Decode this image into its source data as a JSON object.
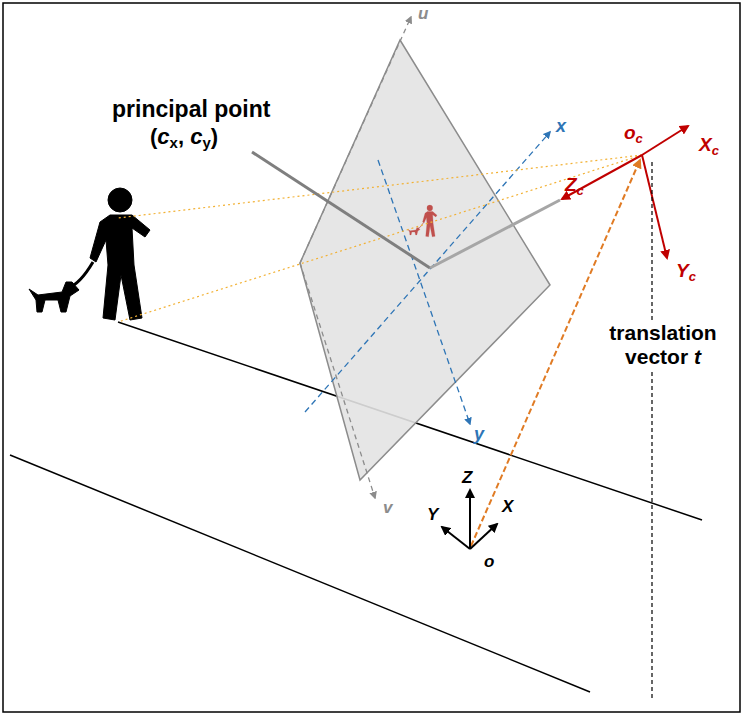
{
  "diagram": {
    "labels": [
      "principal point",
      "(cx, cy)",
      "u",
      "oc",
      "Xc",
      "x",
      "Zc",
      "Yc",
      "translation vector t",
      "y",
      "Z",
      "X",
      "Y",
      "o",
      "v"
    ]
  }
}
